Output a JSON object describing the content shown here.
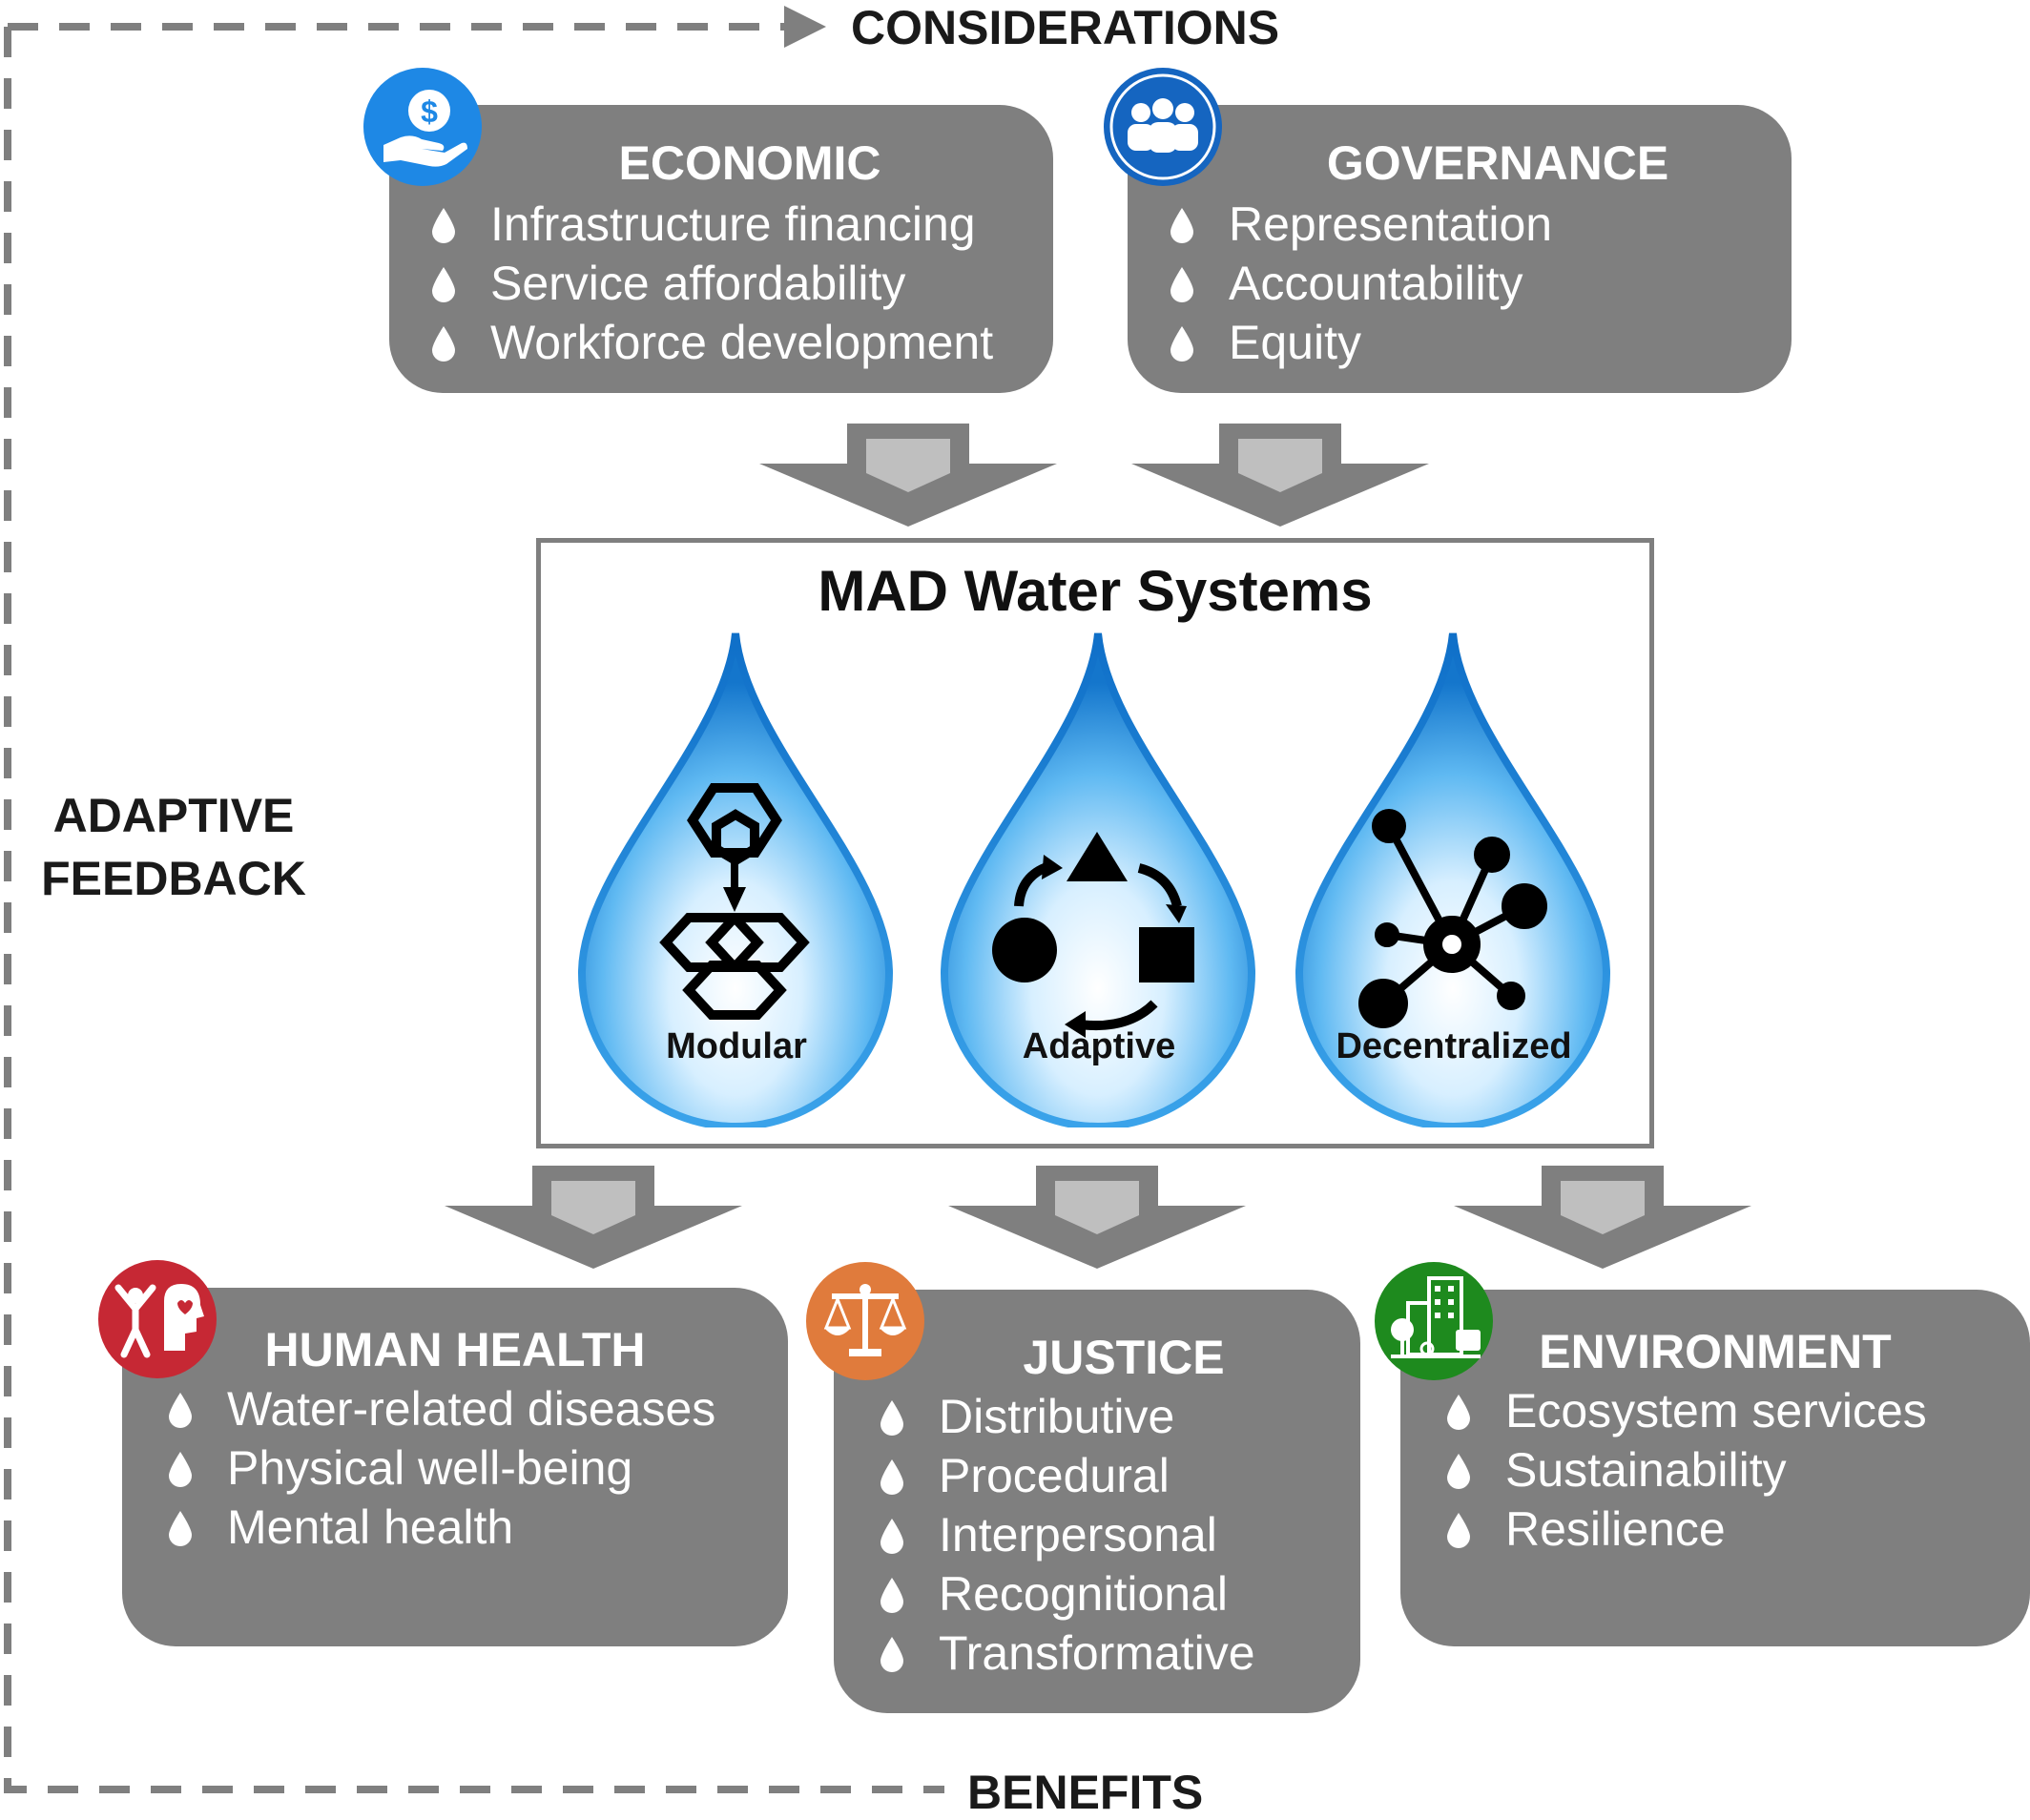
{
  "feedback": {
    "top_label": "CONSIDERATIONS",
    "bottom_label": "BENEFITS",
    "side_label_line1": "ADAPTIVE",
    "side_label_line2": "FEEDBACK"
  },
  "considerations": [
    {
      "title": "ECONOMIC",
      "icon": "hand-dollar-icon",
      "icon_color": "#1e88e5",
      "items": [
        "Infrastructure financing",
        "Service affordability",
        "Workforce development"
      ]
    },
    {
      "title": "GOVERNANCE",
      "icon": "people-group-icon",
      "icon_color": "#1565c0",
      "items": [
        "Representation",
        "Accountability",
        "Equity"
      ]
    }
  ],
  "center": {
    "title": "MAD Water Systems",
    "drops": [
      {
        "label": "Modular",
        "icon": "hexagons-icon"
      },
      {
        "label": "Adaptive",
        "icon": "cycle-shapes-icon"
      },
      {
        "label": "Decentralized",
        "icon": "network-hub-icon"
      }
    ]
  },
  "benefits": [
    {
      "title": "HUMAN HEALTH",
      "icon": "person-head-heart-icon",
      "icon_color": "#c62834",
      "items": [
        "Water-related diseases",
        "Physical well-being",
        "Mental health"
      ]
    },
    {
      "title": "JUSTICE",
      "icon": "scales-icon",
      "icon_color": "#e07b3c",
      "items": [
        "Distributive",
        "Procedural",
        "Interpersonal",
        "Recognitional",
        "Transformative"
      ]
    },
    {
      "title": "ENVIRONMENT",
      "icon": "green-city-icon",
      "icon_color": "#1e8a1e",
      "items": [
        "Ecosystem services",
        "Sustainability",
        "Resilience"
      ]
    }
  ],
  "colors": {
    "panel": "#7f7f7f",
    "arrow_outer": "#7f7f7f",
    "arrow_inner": "#bfbfbf",
    "dashed_line": "#7f7f7f",
    "water_drop": "#1e90e0"
  }
}
